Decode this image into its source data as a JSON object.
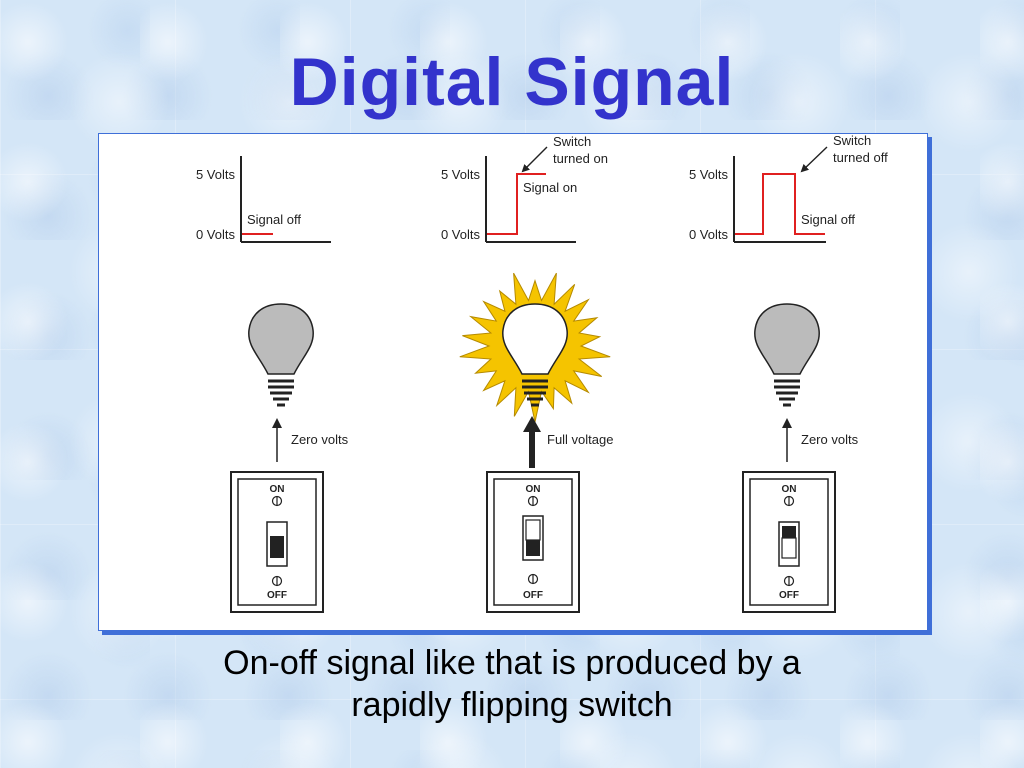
{
  "slide": {
    "title": "Digital Signal",
    "caption_line1": "On-off signal like that is produced by a",
    "caption_line2": "rapidly flipping switch"
  },
  "colors": {
    "title": "#3333cc",
    "signal": "#e02020",
    "panel_border": "#3f6fd8",
    "glow": "#f5c400"
  },
  "panels": [
    {
      "label_5v": "5 Volts",
      "label_0v": "0 Volts",
      "signal_label": "Signal off",
      "voltage_label": "Zero volts",
      "switch_on": "ON",
      "switch_off": "OFF"
    },
    {
      "label_5v": "5 Volts",
      "label_0v": "0 Volts",
      "annotation_line1": "Switch",
      "annotation_line2": "turned on",
      "signal_label": "Signal on",
      "voltage_label": "Full voltage",
      "switch_on": "ON",
      "switch_off": "OFF"
    },
    {
      "label_5v": "5 Volts",
      "label_0v": "0 Volts",
      "annotation_line1": "Switch",
      "annotation_line2": "turned off",
      "signal_label": "Signal off",
      "voltage_label": "Zero volts",
      "switch_on": "ON",
      "switch_off": "OFF"
    }
  ]
}
